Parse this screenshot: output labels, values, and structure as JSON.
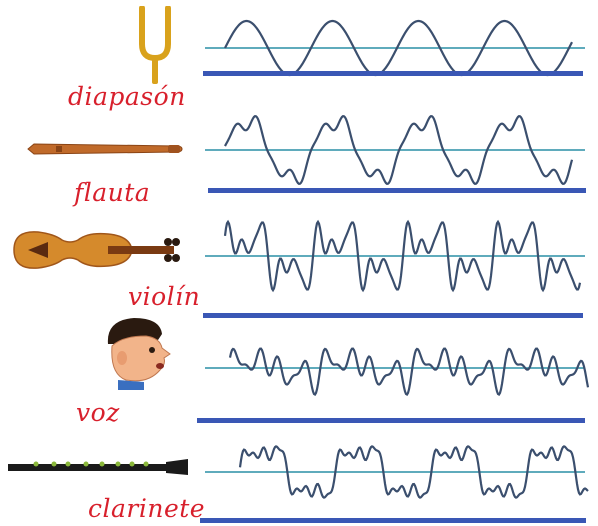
{
  "instruments": [
    {
      "label": "diapasón",
      "icon": "tuning-fork-icon"
    },
    {
      "label": "flauta",
      "icon": "flute-icon"
    },
    {
      "label": "violín",
      "icon": "violin-icon"
    },
    {
      "label": "voz",
      "icon": "face-icon"
    },
    {
      "label": "clarinete",
      "icon": "clarinet-icon"
    }
  ],
  "colors": {
    "label": "#d8202c",
    "waveform": "#3b4f6e",
    "axis": "#2a8fa6",
    "separator": "#3a57b5"
  }
}
